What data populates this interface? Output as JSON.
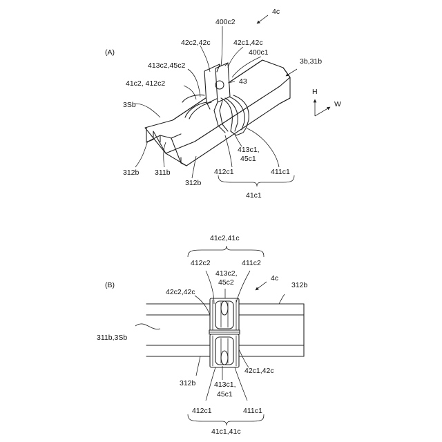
{
  "figure_a": {
    "panel": "(A)",
    "labels": {
      "ref_4c": "4c",
      "ref_400c2": "400c2",
      "ref_42c2_42c": "42c2,42c",
      "ref_42c1_42c": "42c1,42c",
      "ref_400c1": "400c1",
      "ref_3b_31b": "3b,31b",
      "ref_413c2_45c2": "413c2,45c2",
      "ref_41c2_412c2": "41c2, 412c2",
      "ref_43": "43",
      "ref_3Sb": "3Sb",
      "ref_312b_left": "312b",
      "ref_311b": "311b",
      "ref_312b_bottom": "312b",
      "ref_413c1_45c1_l1": "413c1,",
      "ref_413c1_45c1_l2": "45c1",
      "ref_412c1": "412c1",
      "ref_411c1": "411c1",
      "ref_41c1": "41c1"
    },
    "axes": {
      "h": "H",
      "w": "W"
    }
  },
  "figure_b": {
    "panel": "(B)",
    "labels": {
      "ref_41c2_41c": "41c2,41c",
      "ref_412c2": "412c2",
      "ref_411c2": "411c2",
      "ref_413c2_45c2_l1": "413c2,",
      "ref_413c2_45c2_l2": "45c2",
      "ref_4c": "4c",
      "ref_312b_top": "312b",
      "ref_42c2_42c": "42c2,42c",
      "ref_311b_3Sb": "311b,3Sb",
      "ref_42c1_42c": "42c1,42c",
      "ref_312b_bottom": "312b",
      "ref_413c1_45c1_l1": "413c1,",
      "ref_413c1_45c1_l2": "45c1",
      "ref_412c1": "412c1",
      "ref_411c1": "411c1",
      "ref_41c1_41c": "41c1,41c"
    }
  }
}
